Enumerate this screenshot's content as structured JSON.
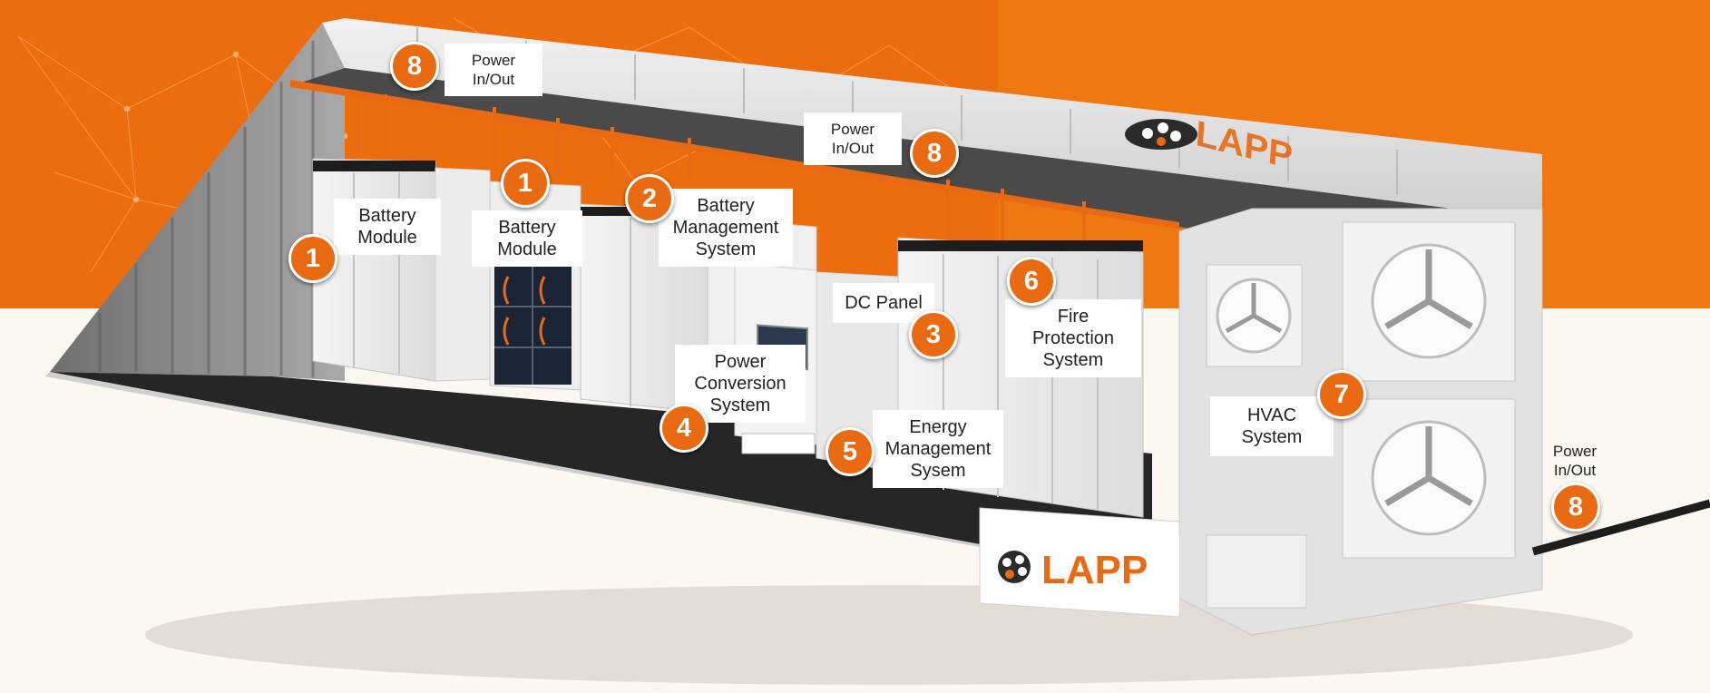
{
  "brand": {
    "name": "LAPP",
    "colors": {
      "orange": "#ea6a12",
      "dark": "#2b2b2b",
      "container": "#e4e4e4"
    }
  },
  "labels": {
    "power_top_left": "Power\nIn/Out",
    "power_top_mid": "Power\nIn/Out",
    "power_right": "Power\nIn/Out",
    "battery_module_1": "Battery\nModule",
    "battery_module_2": "Battery\nModule",
    "bms": "Battery\nManagement\nSystem",
    "dc_panel": "DC Panel",
    "fire": "Fire\nProtection\nSystem",
    "pcs": "Power\nConversion\nSystem",
    "ems": "Energy\nManagement\nSysem",
    "hvac": "HVAC\nSystem"
  },
  "badges": {
    "power_top_left": "8",
    "power_top_mid": "8",
    "power_right": "8",
    "battery_module_1": "1",
    "battery_module_2": "1",
    "bms": "2",
    "dc_panel": "3",
    "pcs": "4",
    "ems": "5",
    "fire": "6",
    "hvac": "7"
  },
  "icons": [
    "lapp-logo-icon",
    "cable-icon",
    "fan-icon",
    "touchscreen-icon"
  ]
}
